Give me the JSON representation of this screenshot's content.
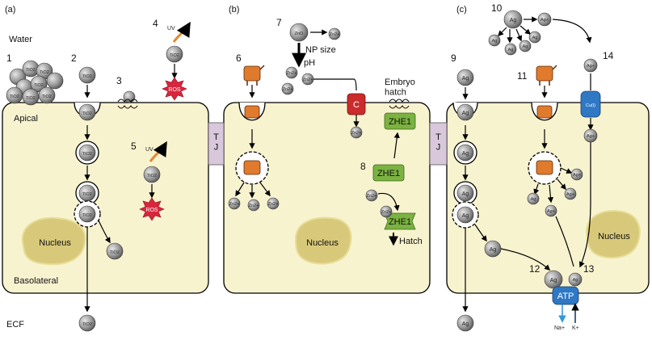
{
  "panels": [
    {
      "letter": "(a)"
    },
    {
      "letter": "(b)"
    },
    {
      "letter": "(c)"
    }
  ],
  "labels": {
    "water": "Water",
    "apical": "Apical",
    "basolateral": "Basolateral",
    "ecf": "ECF",
    "nucleus": "Nucleus",
    "tj": "T\nJ",
    "embryo_hatch": "Embryo\nhatch",
    "np_size": "NP size",
    "ph": "pH",
    "hatch": "Hatch",
    "uv": "UV",
    "ros": "ROS",
    "c": "C",
    "zhe1": "ZHE1",
    "cu": "Cu(I)",
    "atp": "ATP",
    "na": "Na+",
    "k": "K+"
  },
  "particles": {
    "tio2": "TiO2",
    "zno": "ZnO",
    "zn": "Zn2+",
    "ag": "Ag",
    "ag_ion": "Ag+"
  },
  "numbers": [
    "1",
    "2",
    "3",
    "4",
    "5",
    "6",
    "7",
    "8",
    "9",
    "10",
    "11",
    "12",
    "13",
    "14"
  ],
  "colors": {
    "cell_fill": "#f8f3cf",
    "nucleus_fill": "#d8c97a",
    "tj_fill": "#d9c7dc",
    "ros_fill": "#d7263d",
    "channel_c": "#cc2b2b",
    "zhe1": "#7bb241",
    "cu_channel": "#2f78c4",
    "atp": "#2f78c4",
    "particle_dark": "#6b6b6b",
    "particle_light": "#d3d3d3"
  }
}
